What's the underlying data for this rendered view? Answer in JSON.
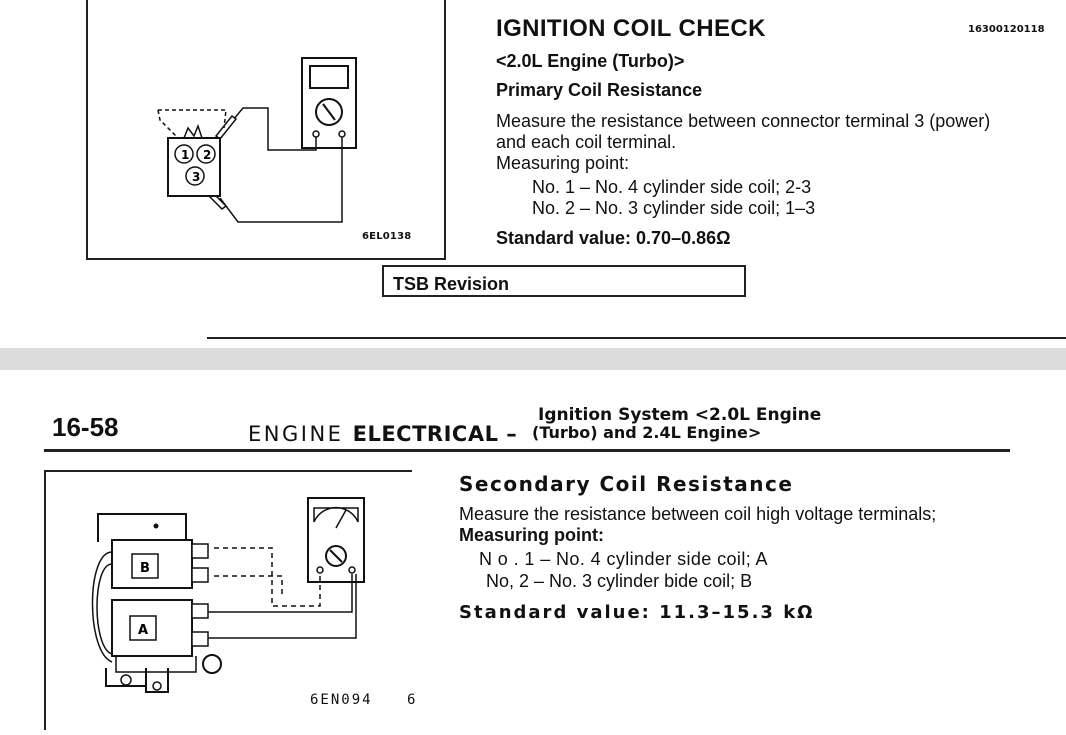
{
  "top_page": {
    "title": "IGNITION COIL CHECK",
    "doc_number": "16300120118",
    "subtitle": "<2.0L Engine (Turbo)>",
    "section": "Primary Coil Resistance",
    "body_line1": "Measure the resistance between connector terminal 3 (power)",
    "body_line2": "and each coil terminal.",
    "measuring_point_label": "Measuring point:",
    "measuring_points": [
      "No. 1 – No. 4 cylinder side coil; 2-3",
      "No. 2 – No. 3 cylinder side coil; 1–3"
    ],
    "standard_value": "Standard value: 0.70–0.86Ω",
    "figure_code": "6EL0138",
    "terminal_labels": [
      "1",
      "2",
      "3"
    ],
    "tsb_label": "TSB Revision"
  },
  "bottom_page": {
    "page_number": "16-58",
    "header_section": "ENGINE",
    "header_section_bold": "ELECTRICAL –",
    "header_right_line1": "Ignition System <2.0L Engine",
    "header_right_line2": "(Turbo) and 2.4L Engine>",
    "section": "Secondary Coil Resistance",
    "body": "Measure the resistance between coil high voltage terminals;",
    "measuring_point_label": "Measuring point:",
    "measuring_points": [
      "N o . 1 – No. 4 cylinder side coil; A",
      "No, 2 – No. 3 cylinder bide coil; B"
    ],
    "standard_value": "Standard value: 11.3–15.3 kΩ",
    "figure_code": "6EN094",
    "figure_stray": "6",
    "coil_labels": [
      "B",
      "A"
    ]
  },
  "colors": {
    "ink": "#111111",
    "page_gap": "#dcdcdc",
    "paper": "#ffffff"
  }
}
